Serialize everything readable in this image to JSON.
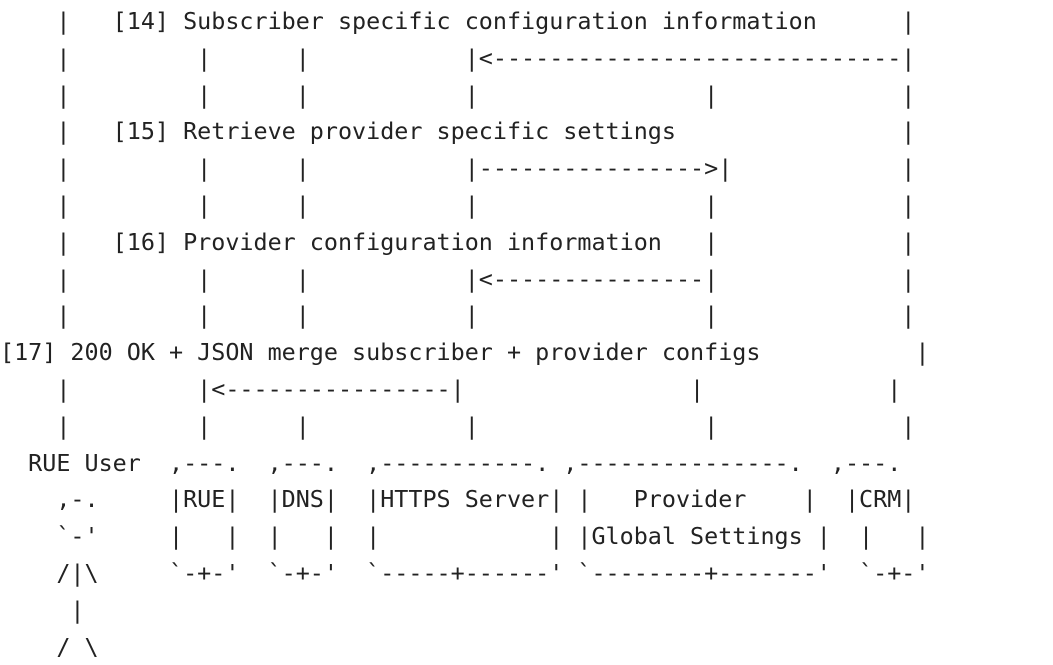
{
  "diagram": {
    "lines": [
      "    |   [14] Subscriber specific configuration information      |",
      "    |         |      |           |<-----------------------------|",
      "    |         |      |           |                |             |",
      "    |   [15] Retrieve provider specific settings                |",
      "    |         |      |           |---------------->|            |",
      "    |         |      |           |                |             |",
      "    |   [16] Provider configuration information   |             |",
      "    |         |      |           |<---------------|             |",
      "    |         |      |           |                |             |",
      "[17] 200 OK + JSON merge subscriber + provider configs           |",
      "    |         |<----------------|                |             |",
      "    |         |      |           |                |             |",
      "  RUE User  ,---.  ,---.  ,-----------. ,---------------.  ,---.",
      "    ,-.     |RUE|  |DNS|  |HTTPS Server| |   Provider    |  |CRM|",
      "    `-'     |   |  |   |  |            | |Global Settings |  |   |",
      "    /|\\     `-+-'  `-+-'  `-----+------' `--------+-------'  `-+-'",
      "     |",
      "    / \\"
    ],
    "participants": [
      "RUE User",
      "RUE",
      "DNS",
      "HTTPS Server",
      "Provider Global Settings",
      "CRM"
    ],
    "messages": [
      "[14] Subscriber specific configuration information",
      "[15] Retrieve provider specific settings",
      "[16] Provider configuration information",
      "[17] 200 OK + JSON merge subscriber + provider configs"
    ]
  }
}
